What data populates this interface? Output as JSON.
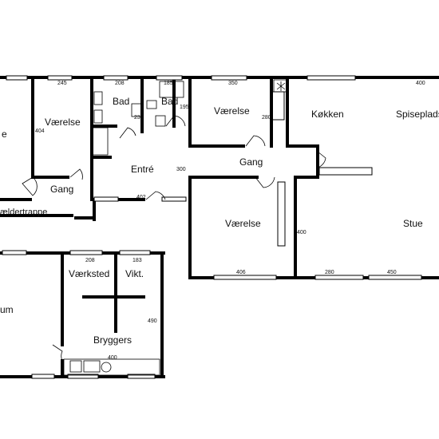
{
  "floor_plan": {
    "rooms": {
      "left_edge": "e",
      "vaerelse_1": "Værelse",
      "bad_1": "Bad",
      "bad_2": "Bad",
      "vaerelse_2": "Værelse",
      "koekken": "Køkken",
      "spiseplads": "Spiseplads",
      "gang_left": "Gang",
      "entre": "Entré",
      "gang_mid": "Gang",
      "kaeldertrappe": "ældertrappe",
      "vaerelse_3": "Værelse",
      "stue": "Stue",
      "lower_left": "um",
      "vaerksted": "Værksted",
      "vikt": "Vikt.",
      "bryggers": "Bryggers"
    },
    "dimensions": {
      "d245": "245",
      "d208_top": "208",
      "d185": "185",
      "d350": "350",
      "d400_top": "400",
      "d404": "404",
      "d232": "232",
      "d195": "195",
      "d280_mid": "280",
      "d300": "300",
      "d402": "402",
      "d400_side": "400",
      "d406": "406",
      "d280_bottom": "280",
      "d450": "450",
      "d208_bottom": "208",
      "d183": "183",
      "d490": "490",
      "d400_bottom": "400"
    }
  }
}
